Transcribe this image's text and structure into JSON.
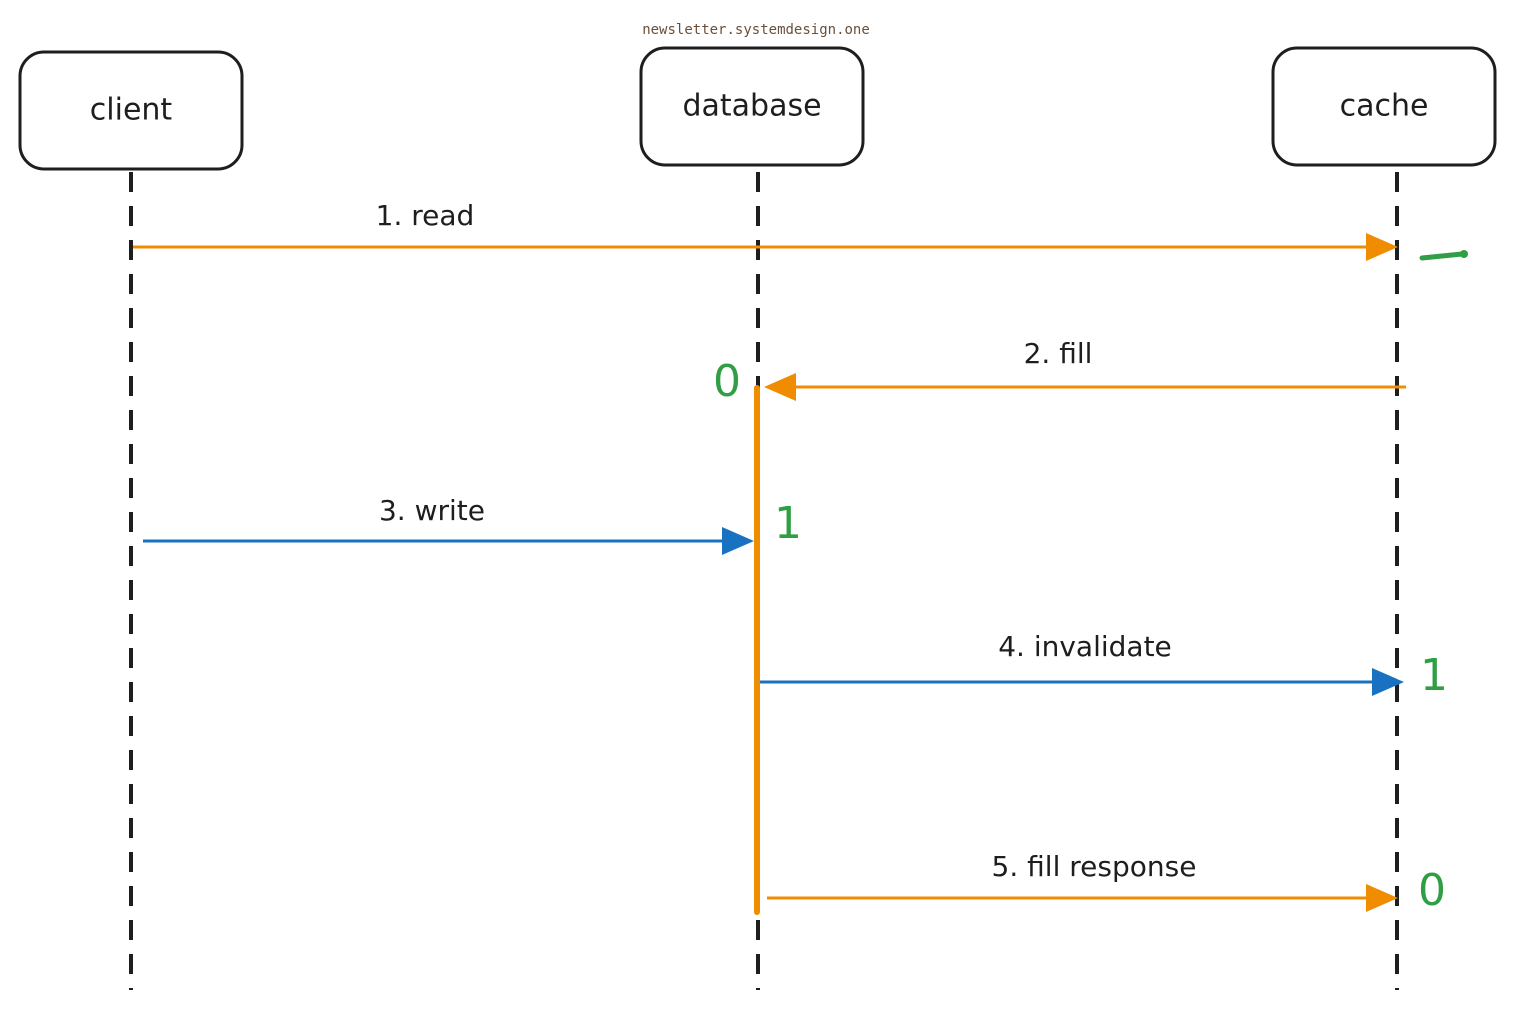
{
  "watermark": "newsletter.systemdesign.one",
  "colors": {
    "read_flow": "#f08c00",
    "write_flow": "#1971c2",
    "version_mark": "#2f9e44",
    "ink": "#1e1e1e"
  },
  "actors": [
    {
      "id": "client",
      "label": "client"
    },
    {
      "id": "database",
      "label": "database"
    },
    {
      "id": "cache",
      "label": "cache"
    }
  ],
  "messages": [
    {
      "id": "read",
      "label": "1. read",
      "from": "client",
      "to": "cache",
      "flow": "read_flow"
    },
    {
      "id": "fill",
      "label": "2. fill",
      "from": "cache",
      "to": "database",
      "flow": "read_flow"
    },
    {
      "id": "write",
      "label": "3. write",
      "from": "client",
      "to": "database",
      "flow": "write_flow"
    },
    {
      "id": "invalidate",
      "label": "4. invalidate",
      "from": "database",
      "to": "cache",
      "flow": "write_flow"
    },
    {
      "id": "fill-response",
      "label": "5. fill response",
      "from": "database",
      "to": "cache",
      "flow": "read_flow"
    }
  ],
  "version_marks": [
    {
      "id": "after-read",
      "label": "",
      "at": "cache"
    },
    {
      "id": "after-fill",
      "label": "0",
      "at": "database"
    },
    {
      "id": "after-write",
      "label": "1",
      "at": "database"
    },
    {
      "id": "after-invalidate",
      "label": "1",
      "at": "cache"
    },
    {
      "id": "after-fill-response",
      "label": "0",
      "at": "cache"
    }
  ]
}
